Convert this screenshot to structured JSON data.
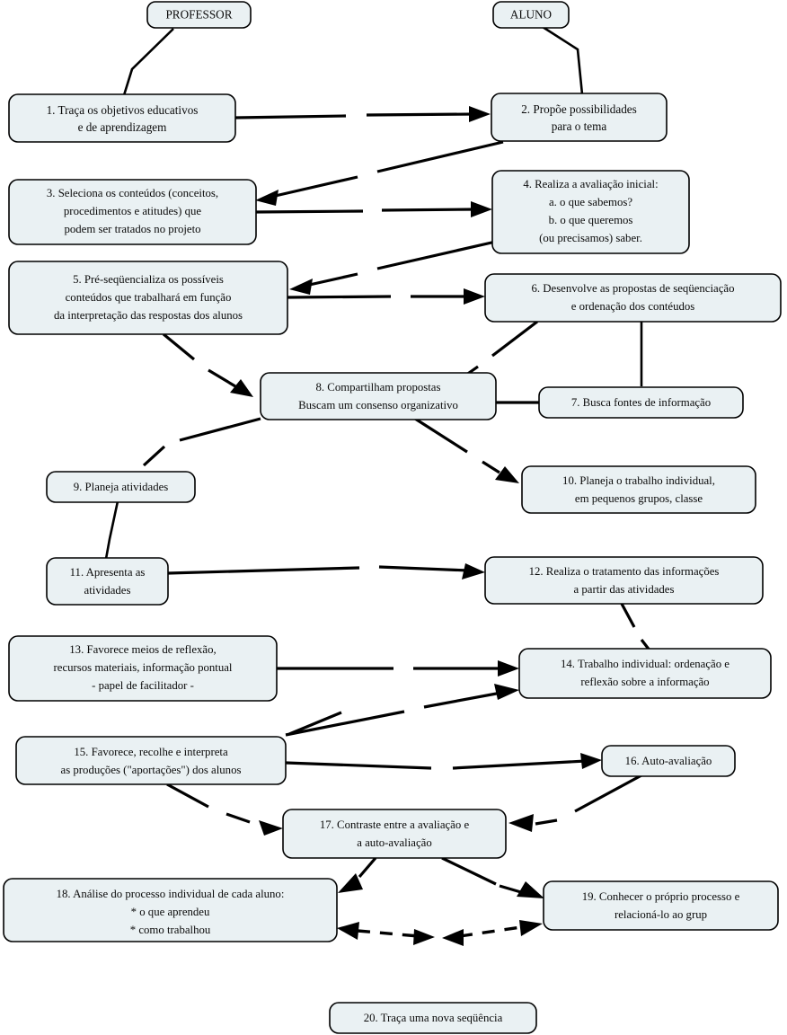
{
  "diagram": {
    "title_nodes": [
      {
        "id": "professor",
        "label": "PROFESSOR"
      },
      {
        "id": "aluno",
        "label": "ALUNO"
      }
    ],
    "nodes": [
      {
        "id": "n1",
        "lines": [
          "1. Traça os objetivos educativos",
          "e de  aprendizagem"
        ]
      },
      {
        "id": "n2",
        "lines": [
          "2. Propõe possibilidades",
          "para o tema"
        ]
      },
      {
        "id": "n3",
        "lines": [
          "3. Seleciona os conteúdos (conceitos,",
          "procedimentos e atitudes) que",
          "podem ser tratados no projeto"
        ]
      },
      {
        "id": "n4",
        "lines": [
          "4. Realiza a avaliação inicial:",
          "a. o que sabemos?",
          "b. o que queremos",
          "(ou precisamos) saber."
        ]
      },
      {
        "id": "n5",
        "lines": [
          "5. Pré-seqüencializa os possíveis",
          "conteúdos que trabalhará em função",
          "da interpretação das respostas dos alunos"
        ]
      },
      {
        "id": "n6",
        "lines": [
          "6. Desenvolve as propostas de seqüenciação",
          "e ordenação dos contéudos"
        ]
      },
      {
        "id": "n7",
        "lines": [
          "7. Busca fontes de informação"
        ]
      },
      {
        "id": "n8",
        "lines": [
          "8. Compartilham propostas",
          "Buscam um consenso organizativo"
        ]
      },
      {
        "id": "n9",
        "lines": [
          "9. Planeja atividades"
        ]
      },
      {
        "id": "n10",
        "lines": [
          "10. Planeja o trabalho individual,",
          "em pequenos grupos, classe"
        ]
      },
      {
        "id": "n11",
        "lines": [
          "11. Apresenta as",
          "atividades"
        ]
      },
      {
        "id": "n12",
        "lines": [
          "12. Realiza o tratamento das informações",
          "a partir das atividades"
        ]
      },
      {
        "id": "n13",
        "lines": [
          "13. Favorece meios de reflexão,",
          "recursos materiais, informação pontual",
          "- papel de facilitador -"
        ]
      },
      {
        "id": "n14",
        "lines": [
          "14. Trabalho individual: ordenação e",
          "reflexão sobre a informação"
        ]
      },
      {
        "id": "n15",
        "lines": [
          "15. Favorece, recolhe e interpreta",
          "as produções (\"aportações\") dos alunos"
        ]
      },
      {
        "id": "n16",
        "lines": [
          "16. Auto-avaliação"
        ]
      },
      {
        "id": "n17",
        "lines": [
          "17. Contraste entre a avaliação e",
          "a auto-avaliação"
        ]
      },
      {
        "id": "n18",
        "lines": [
          "18. Análise do processo individual de cada aluno:",
          "* o que aprendeu",
          "* como trabalhou"
        ]
      },
      {
        "id": "n19",
        "lines": [
          "19. Conhecer o próprio processo e",
          "relacioná-lo ao grup"
        ]
      },
      {
        "id": "n20",
        "lines": [
          "20. Traça uma nova seqüência"
        ]
      }
    ],
    "colors": {
      "node_fill": "#eaf1f3",
      "node_stroke": "#000000",
      "edge": "#000000",
      "background": "#ffffff"
    }
  }
}
